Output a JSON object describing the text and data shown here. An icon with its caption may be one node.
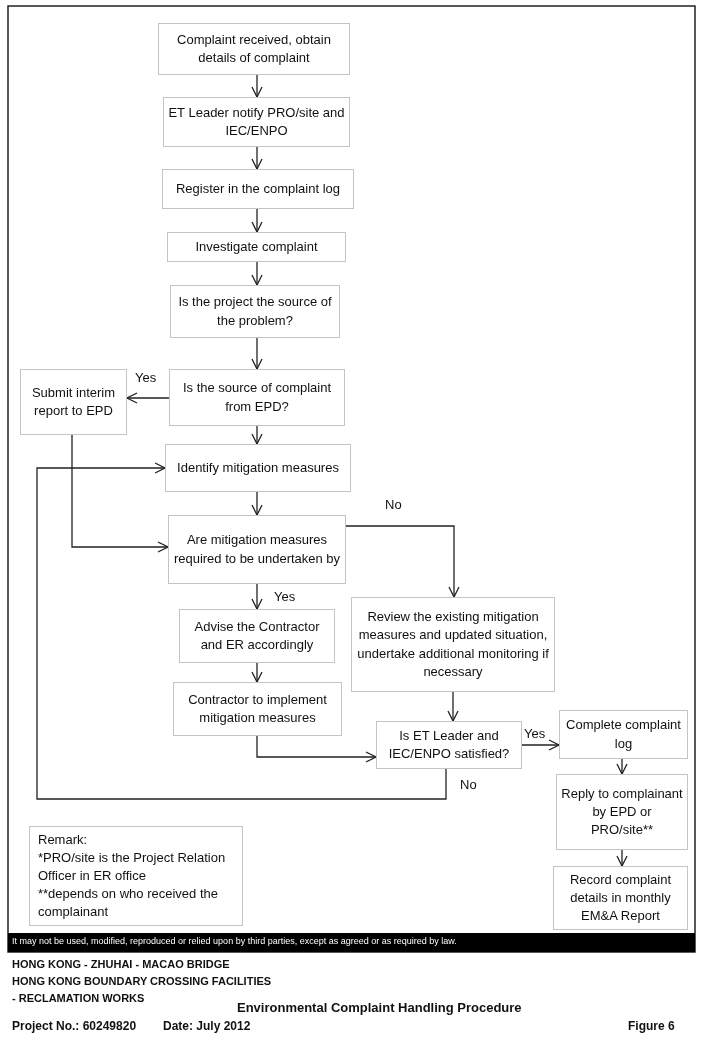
{
  "diagram": {
    "title": "Environmental Complaint Handling Procedure",
    "nodes": [
      {
        "text": [
          "Complaint received, obtain details of complaint"
        ]
      },
      {
        "text": [
          "ET Leader notify PRO/site and IEC/ENPO"
        ]
      },
      {
        "text": [
          "Register in the complaint log"
        ]
      },
      {
        "text": [
          "Investigate complaint"
        ]
      },
      {
        "text": [
          "Is the project the source of the problem?"
        ]
      },
      {
        "text": [
          "Is the source of complaint from EPD?"
        ]
      },
      {
        "text": [
          "Submit interim report to EPD"
        ]
      },
      {
        "text": [
          "Identify mitigation measures"
        ]
      },
      {
        "text": [
          "Are mitigation measures required to be undertaken by"
        ]
      },
      {
        "text": [
          "Advise the Contractor and ER accordingly"
        ]
      },
      {
        "text": [
          "Contractor to implement mitigation measures"
        ]
      },
      {
        "text": [
          "Review the existing mitigation measures and updated situation, undertake additional monitoring if necessary"
        ]
      },
      {
        "text": [
          "Is ET Leader and IEC/ENPO satisfied?"
        ]
      },
      {
        "text": [
          "Complete complaint log"
        ]
      },
      {
        "text": [
          "Reply to complainant by EPD or PRO/site**"
        ]
      },
      {
        "text": [
          "Record complaint details in monthly EM&A Report"
        ]
      },
      {
        "text": [
          "Remark:",
          "*PRO/site is the Project Relation Officer in ER office",
          "**depends on who received the complainant"
        ]
      }
    ],
    "edges": [
      {
        "from": 0,
        "to": 1,
        "arrow": "to"
      },
      {
        "from": 1,
        "to": 2,
        "arrow": "to"
      },
      {
        "from": 2,
        "to": 3,
        "arrow": "to"
      },
      {
        "from": 3,
        "to": 4,
        "arrow": "to"
      },
      {
        "from": 4,
        "to": 5,
        "arrow": "to"
      },
      {
        "from": 5,
        "to": 6,
        "arrow": "to",
        "label": "Yes"
      },
      {
        "from": 5,
        "to": 7,
        "arrow": "to"
      },
      {
        "from": 6,
        "to": 8,
        "arrow": "to"
      },
      {
        "from": 7,
        "to": 8,
        "arrow": "to"
      },
      {
        "from": 8,
        "to": 9,
        "arrow": "to",
        "label": "Yes"
      },
      {
        "from": 8,
        "to": 11,
        "arrow": "to",
        "label": "No"
      },
      {
        "from": 9,
        "to": 10,
        "arrow": "to"
      },
      {
        "from": 10,
        "to": 12,
        "arrow": "to"
      },
      {
        "from": 11,
        "to": 12,
        "arrow": "to"
      },
      {
        "from": 12,
        "to": 13,
        "arrow": "to",
        "label": "Yes"
      },
      {
        "from": 12,
        "to": 7,
        "arrow": "to",
        "label": "No"
      },
      {
        "from": 13,
        "to": 14,
        "arrow": "to"
      },
      {
        "from": 14,
        "to": 15,
        "arrow": "to"
      }
    ],
    "labels": [
      "It may not be used, modified, reproduced or relied upon by third parties, except as agreed or as required by law.",
      "HONG KONG - ZHUHAI - MACAO BRIDGE",
      "HONG KONG BOUNDARY CROSSING FACILITIES",
      "- RECLAMATION WORKS",
      "Project No.: 60249820",
      "Date: July 2012",
      "Figure 6"
    ]
  }
}
